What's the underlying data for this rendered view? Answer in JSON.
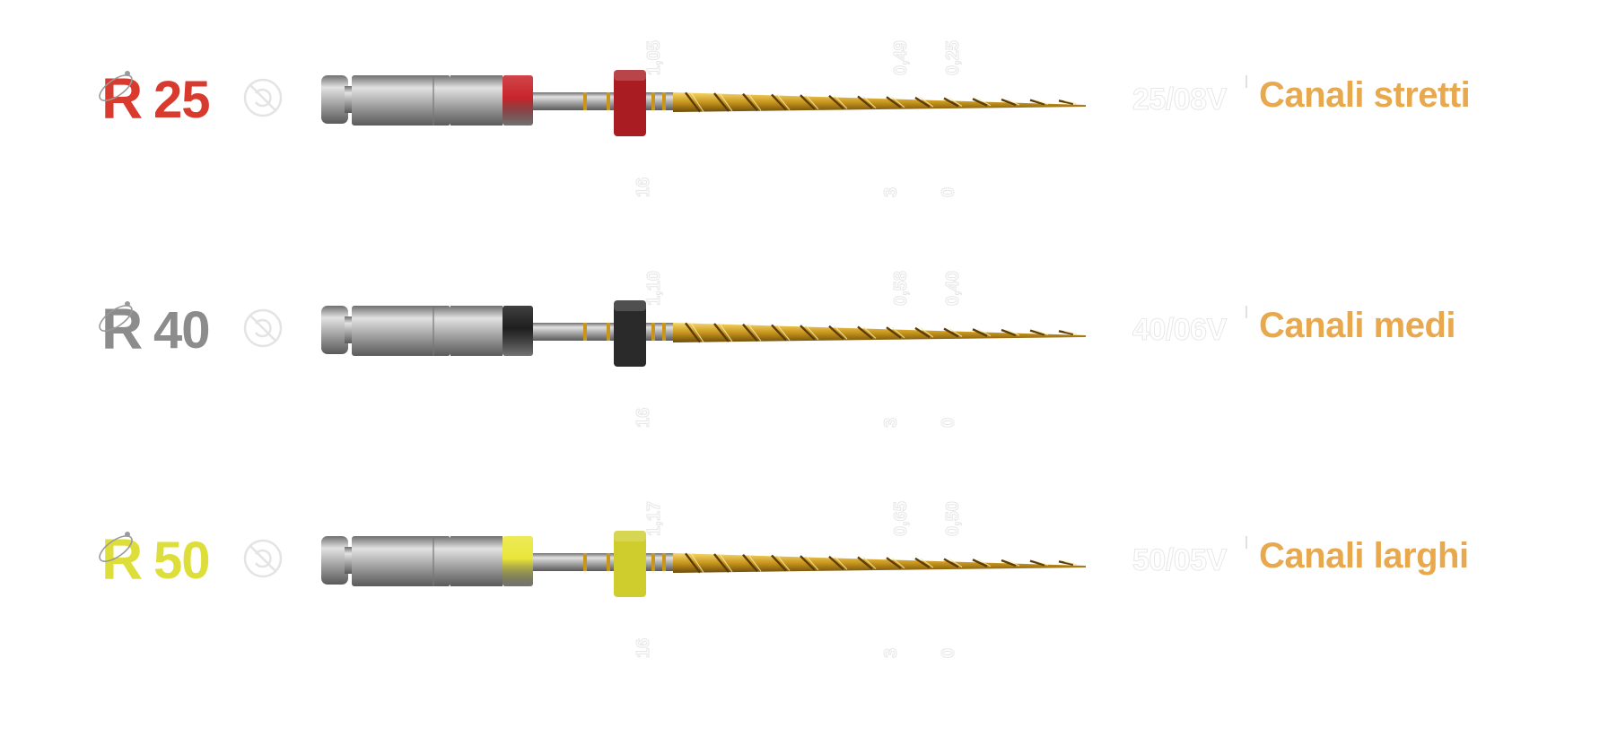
{
  "colors": {
    "description_text": "#e8a94e",
    "gold_blade": "#c8961c",
    "steel_shank": "#a9a9a9"
  },
  "instruments": [
    {
      "id": "r25",
      "logo_letter": "R",
      "logo_number": "25",
      "brand_color": "#d83a2e",
      "ring_color": "#c8242b",
      "stop_color": "#a91d22",
      "top_ticks": [
        "1,05",
        "0,49",
        "0,25"
      ],
      "bottom_ticks": [
        "16",
        "3",
        "0"
      ],
      "spec": "25/08V",
      "description": "Canali stretti",
      "reuse_icon": "no-reuse-icon"
    },
    {
      "id": "r40",
      "logo_letter": "R",
      "logo_number": "40",
      "brand_color": "#8c8c8c",
      "ring_color": "#1e1e1e",
      "stop_color": "#2a2a2a",
      "top_ticks": [
        "1,10",
        "0,58",
        "0,40"
      ],
      "bottom_ticks": [
        "16",
        "3",
        "0"
      ],
      "spec": "40/06V",
      "description": "Canali medi",
      "reuse_icon": "no-reuse-icon"
    },
    {
      "id": "r50",
      "logo_letter": "R",
      "logo_number": "50",
      "brand_color": "#dede3a",
      "ring_color": "#e9e63a",
      "stop_color": "#cfcd2e",
      "top_ticks": [
        "1,17",
        "0,65",
        "0,50"
      ],
      "bottom_ticks": [
        "16",
        "3",
        "0"
      ],
      "spec": "50/05V",
      "description": "Canali larghi",
      "reuse_icon": "no-reuse-icon"
    }
  ]
}
